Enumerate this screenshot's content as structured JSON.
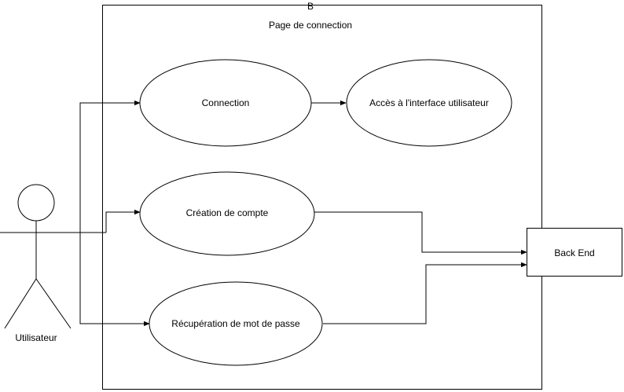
{
  "system": {
    "top_label": "B",
    "title": "Page de connection"
  },
  "actor": {
    "label": "Utilisateur"
  },
  "use_cases": {
    "connection": "Connection",
    "access": "Accès à l'interface utilisateur",
    "create_account": "Création de compte",
    "password_recovery": "Récupération de mot de passe"
  },
  "external": {
    "backend": "Back End"
  },
  "colors": {
    "stroke": "#000000",
    "fill": "#ffffff"
  }
}
